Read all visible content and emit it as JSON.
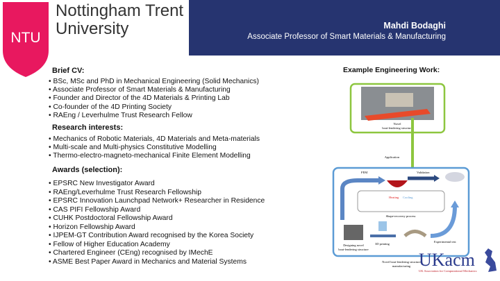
{
  "logo": {
    "abbr": "NTU",
    "line1": "Nottingham Trent",
    "line2": "University",
    "color": "#e8185f"
  },
  "header": {
    "name": "Mahdi Bodaghi",
    "title": "Associate Professor of Smart Materials & Manufacturing",
    "bg": "#263470"
  },
  "cv": {
    "heading": "Brief CV:",
    "items": [
      "BSc, MSc and PhD in Mechanical Engineering (Solid Mechanics)",
      "Associate Professor of Smart Materials & Manufacturing",
      "Founder and Director of the 4D Materials & Printing Lab",
      "Co-founder of the 4D Printing Society",
      "RAEng / Leverhulme Trust Research Fellow"
    ]
  },
  "research": {
    "heading": "Research interests:",
    "items": [
      "Mechanics of Robotic Materials, 4D Materials and Meta-materials",
      "Multi-scale and Multi-physics Constitutive Modelling",
      "Thermo-electro-magneto-mechanical Finite Element Modelling"
    ]
  },
  "awards": {
    "heading": "Awards (selection):",
    "items": [
      "EPSRC New Investigator Award",
      "RAEng/Leverhulme Trust Research Fellowship",
      "EPSRC Innovation Launchpad Network+ Researcher in Residence",
      "CAS PIFI Fellowship Award",
      "CUHK Postdoctoral Fellowship Award",
      "Horizon Fellowship Award",
      "IJPEM-GT Contribution Award recognised by the Korea Society",
      "Fellow of Higher Education Academy",
      "Chartered Engineer (CEng) recognised by IMechE",
      "ASME Best Paper Award in Mechanics and Material Systems"
    ]
  },
  "example": {
    "heading": "Example Engineering Work:",
    "novel": "Novel",
    "novel2": "boat-fendering structure",
    "application": "Application",
    "fem": "FEM",
    "validation": "Validation",
    "heating": "Heating",
    "cooling": "Cooling",
    "shape": "Shape-recovery process",
    "designing": "Designing novel",
    "designing2": "boat-fendering structure",
    "printing": "3D printing",
    "experimental": "Experimental test",
    "caption1": "Novel boat-fendering structure",
    "caption2": "manufacturing"
  },
  "ukacm": {
    "logo": "UKacm",
    "sub": "UK Association for Computational Mechanics"
  }
}
